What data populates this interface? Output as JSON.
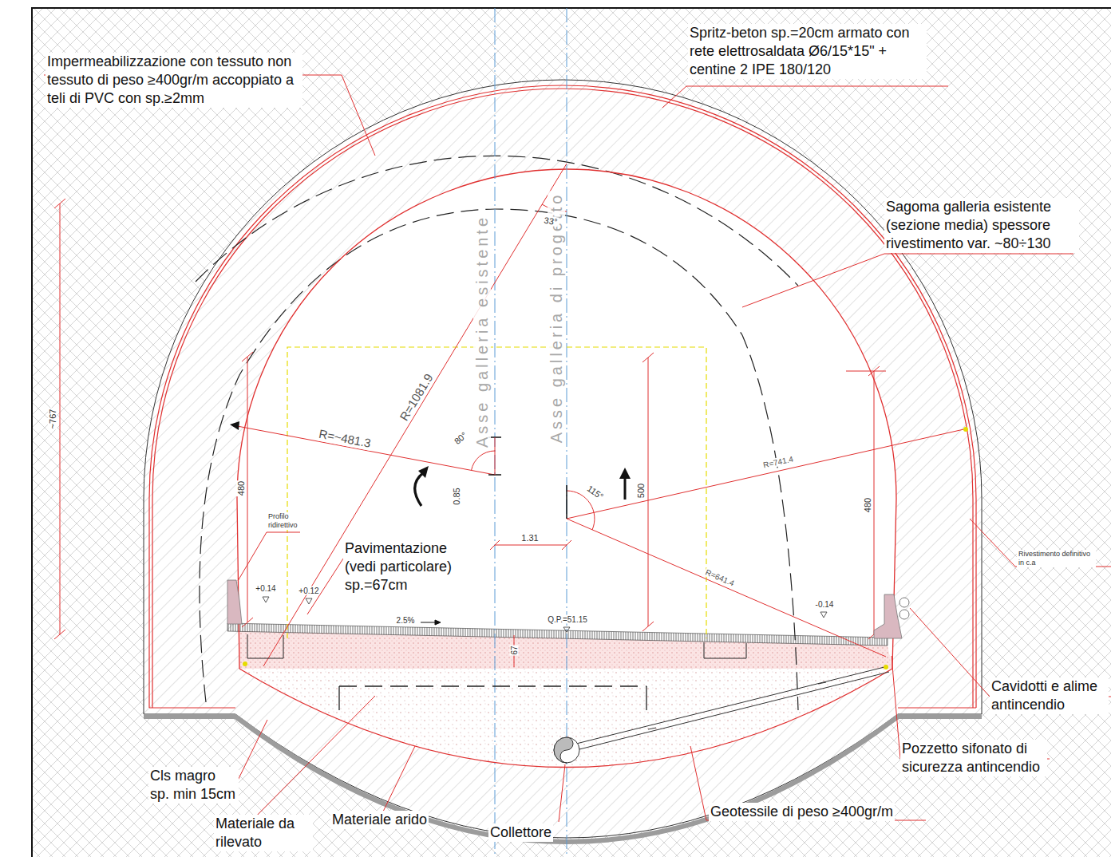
{
  "diagram": {
    "labels": [
      "Impermeabilizzazione con tessuto non tessuto di peso ≥400gr/m accoppiato a teli di PVC con sp.≥2mm",
      "Spritz-beton sp.=20cm armato con rete elettrosaldata Ø6/15*15\" + centine 2 IPE 180/120",
      "Sagoma galleria esistente (sezione media) spessore rivestimento var. ~80÷130",
      "Asse galleria esistente",
      "Asse galleria di progetto",
      "R=1081.9",
      "R=~481.3",
      "R=741.4",
      "R=641.4",
      "33°",
      "80°",
      "115°",
      "0.85",
      "1.31",
      "500",
      "480",
      "480",
      "~767",
      "Profilo ridirettivo",
      "Pavimentazione (vedi particolare) sp.=67cm",
      "+0.14",
      "+0.12",
      "-0.14",
      "2.5%",
      "Q.P.=51.15",
      "67",
      "Rivestimento definitivo in c.a",
      "Cavidotti e alime antincendio",
      "Pozzetto sifonato di sicurezza antincendio",
      "Cls magro sp. min 15cm",
      "Materiale da rilevato",
      "Materiale arido",
      "Collettore",
      "Geotessile di peso ≥400gr/m"
    ]
  }
}
